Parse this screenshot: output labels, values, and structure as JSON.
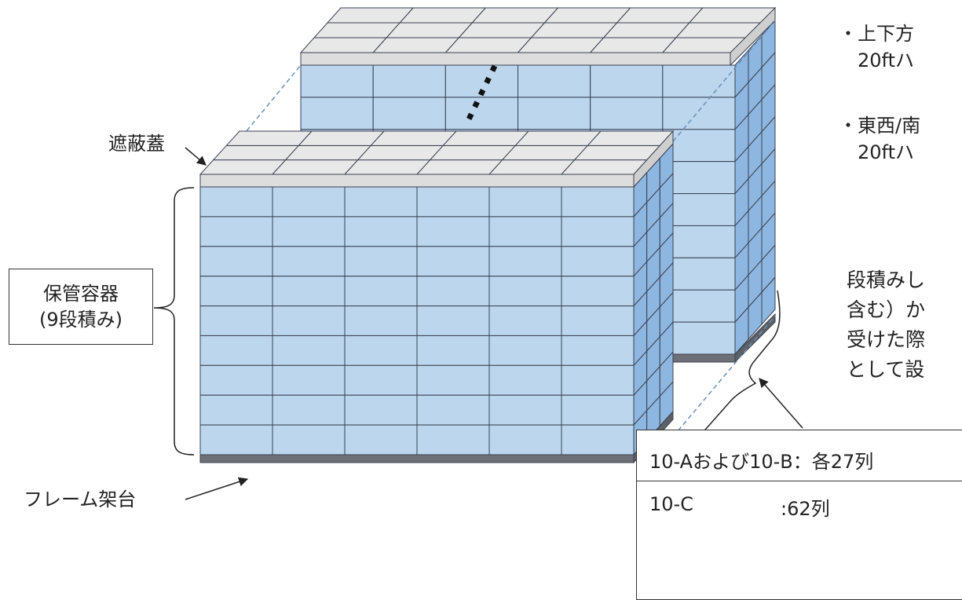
{
  "labels": {
    "lid": "遮蔽蓋",
    "frame": "フレーム架台",
    "storage_line1": "保管容器",
    "storage_line2": "(9段積み)"
  },
  "notes": {
    "bullet1_line1": "・上下方",
    "bullet1_line2": "20ftハ",
    "bullet2_line1": "・東西/南",
    "bullet2_line2": "20ftハ",
    "para_line1": "段積みし",
    "para_line2": "含む）か",
    "para_line3": "受けた際",
    "para_line4": "として設"
  },
  "counts": {
    "row1_label": "10-Aおよび10-B：各27列",
    "row2_name": "10-C",
    "row2_value": ":62列"
  },
  "stack": {
    "tiers": 9,
    "columns": 6
  },
  "colors": {
    "container_fill": "#bcd6ee",
    "container_side": "#8db6e0",
    "lid_fill": "#dddddd",
    "frame_fill": "#6d7076",
    "line": "#3a4150",
    "dash": "#6b8fb7"
  }
}
